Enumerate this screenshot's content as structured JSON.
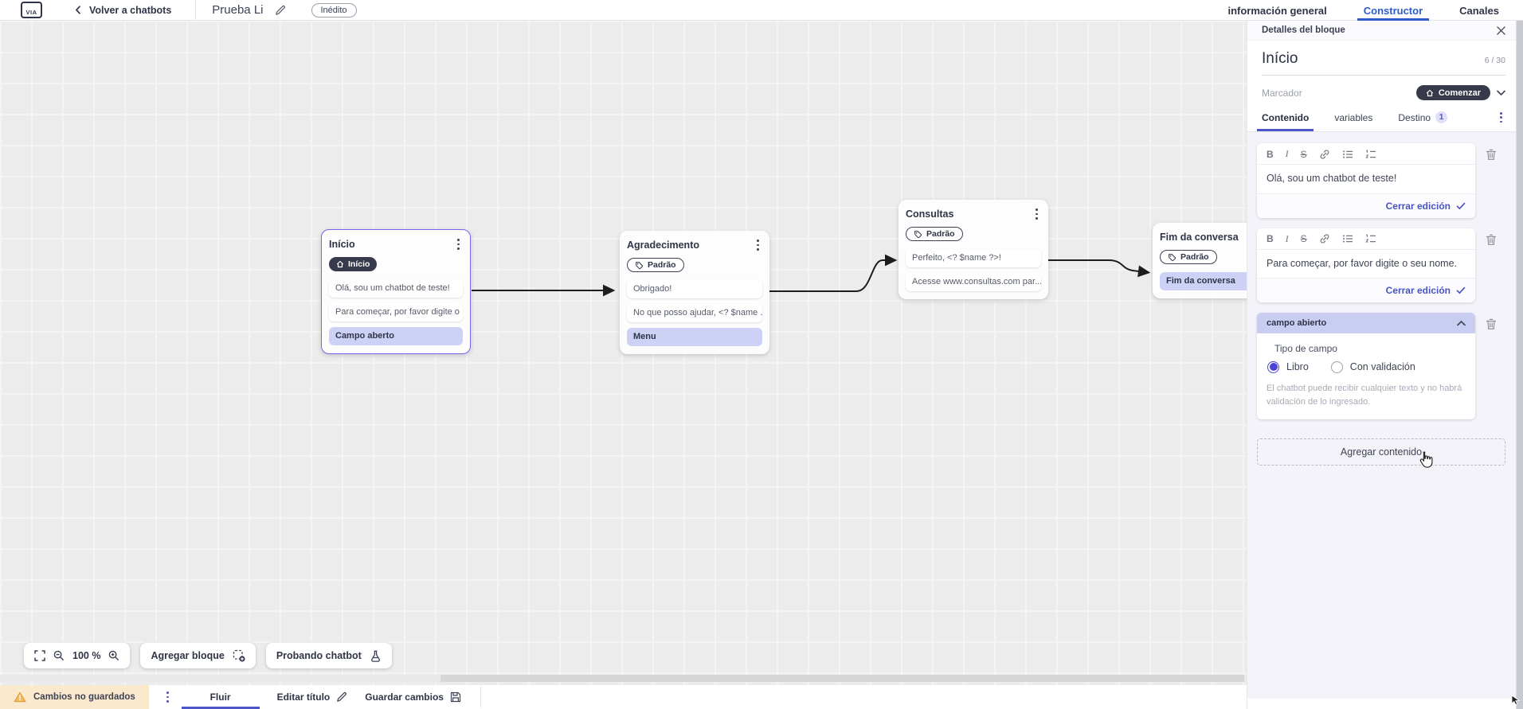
{
  "header": {
    "logo_text": "VIA",
    "back_label": "Volver a chatbots",
    "title": "Prueba Li",
    "status_badge": "Inédito",
    "nav_tabs": {
      "general": "información general",
      "builder": "Constructor",
      "channels": "Canales"
    }
  },
  "canvas": {
    "zoom_level": "100 %",
    "add_block_label": "Agregar bloque",
    "test_chatbot_label": "Probando chatbot",
    "blocks": [
      {
        "title": "Início",
        "badge": "Início",
        "items": [
          {
            "text": "Olá, sou um chatbot de teste!"
          },
          {
            "text": "Para começar, por favor digite o ..."
          },
          {
            "text": "Campo aberto"
          }
        ]
      },
      {
        "title": "Agradecimento",
        "badge": "Padrão",
        "items": [
          {
            "text": "Obrigado!"
          },
          {
            "text": "No que posso ajudar, <? $name ..."
          },
          {
            "text": "Menu"
          }
        ]
      },
      {
        "title": "Consultas",
        "badge": "Padrão",
        "items": [
          {
            "text": "Perfeito, <? $name ?>!"
          },
          {
            "text": "Acesse www.consultas.com par..."
          }
        ]
      },
      {
        "title": "Fim da conversa",
        "badge": "Padrão",
        "items": [
          {
            "text": "Fim da conversa"
          }
        ]
      }
    ]
  },
  "bottom_bar": {
    "unsaved_label": "Cambios no guardados",
    "flow_tab_label": "Fluir",
    "edit_title_label": "Editar título",
    "save_label": "Guardar cambios"
  },
  "panel": {
    "header_title": "Detalles del bloque",
    "block_name": "Início",
    "char_counter": "6 / 30",
    "marker_label": "Marcador",
    "marker_button_label": "Comenzar",
    "tabs": {
      "content": "Contenido",
      "variables": "variables",
      "destination": "Destino",
      "destination_count": "1"
    },
    "toolbar_icons": {
      "bold": "B",
      "italic": "I",
      "strike": "S"
    },
    "editors": [
      {
        "text": "Olá, sou um chatbot de teste!",
        "close_label": "Cerrar edición"
      },
      {
        "text": "Para começar, por favor digite o seu nome.",
        "close_label": "Cerrar edición"
      }
    ],
    "open_field": {
      "header": "campo abierto",
      "type_label": "Tipo de campo",
      "option_free": "Libro",
      "option_validated": "Con validación",
      "helper_text": "El chatbot puede recibir cualquier texto y no habrá validación de lo ingresado."
    },
    "add_content_label": "Agregar contenido"
  },
  "colors": {
    "accent_blue": "#2d5bc8",
    "accent_purple": "#4d56c8",
    "selected_block_border": "#7568f0",
    "dark_pill": "#363a4a",
    "lavender": "#c9cdf2",
    "warning_bg": "#fbe9ce",
    "warning_icon": "#e8a33d"
  }
}
